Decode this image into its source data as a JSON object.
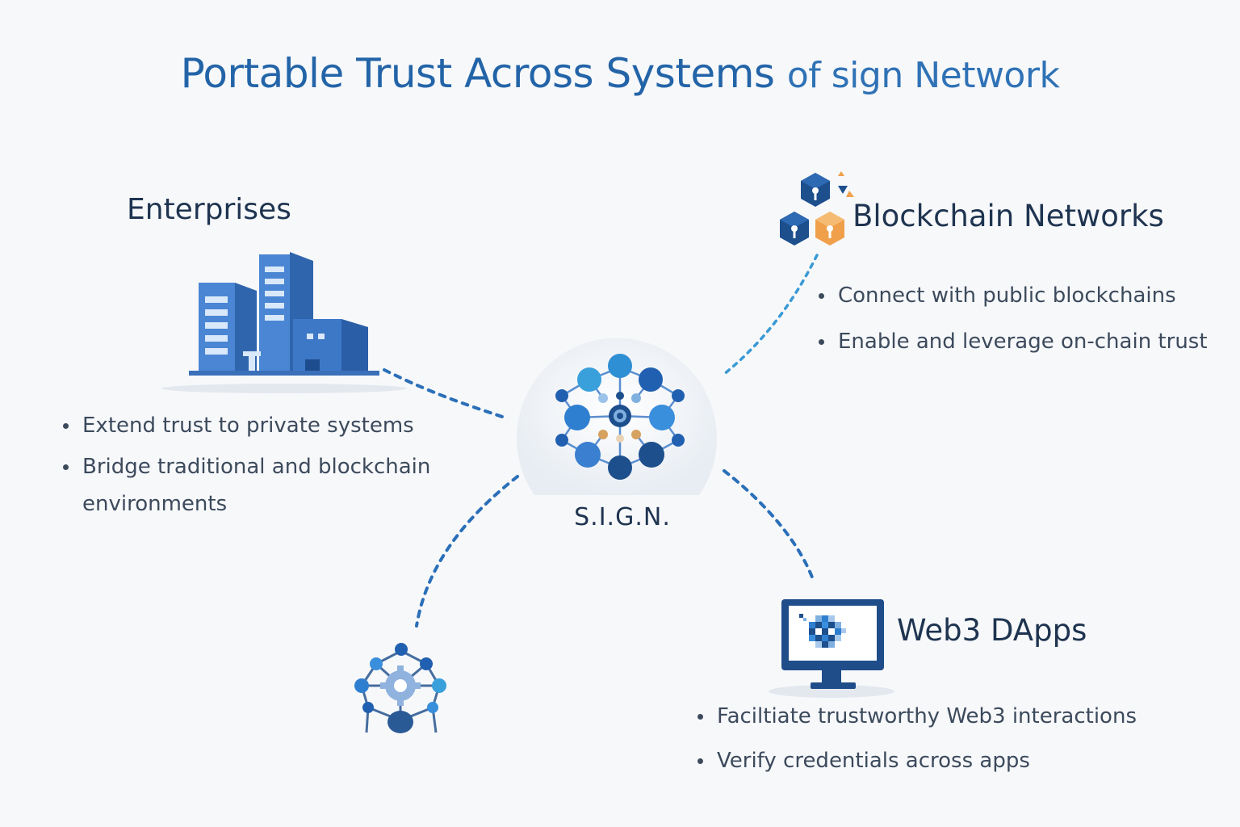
{
  "title": {
    "main": "Portable Trust Across Systems",
    "rest": "of sign Network"
  },
  "hub": {
    "label": "S.I.G.N."
  },
  "enterprises": {
    "heading": "Enterprises",
    "bullets": [
      "Extend trust to private systems",
      "Bridge traditional and blockchain environments"
    ]
  },
  "blockchain": {
    "heading": "Blockchain Networks",
    "bullets": [
      "Connect with public blockchains",
      "Enable and leverage on-chain trust"
    ]
  },
  "web3": {
    "heading": "Web3 DApps",
    "bullets": [
      "Faciltiate trustworthy Web3 interactions",
      "Verify credentials across apps"
    ]
  },
  "colors": {
    "title_blue": "#2364a8",
    "heading_navy": "#1e3450",
    "connector_blue": "#2a6fb8",
    "accent_orange": "#f0a04b",
    "building_blue": "#4a86d3"
  },
  "icons": {
    "enterprises": "office-buildings-icon",
    "blockchain": "blockchain-cubes-icon",
    "web3": "monitor-icon",
    "hub": "network-hub-icon",
    "node": "network-node-icon"
  }
}
